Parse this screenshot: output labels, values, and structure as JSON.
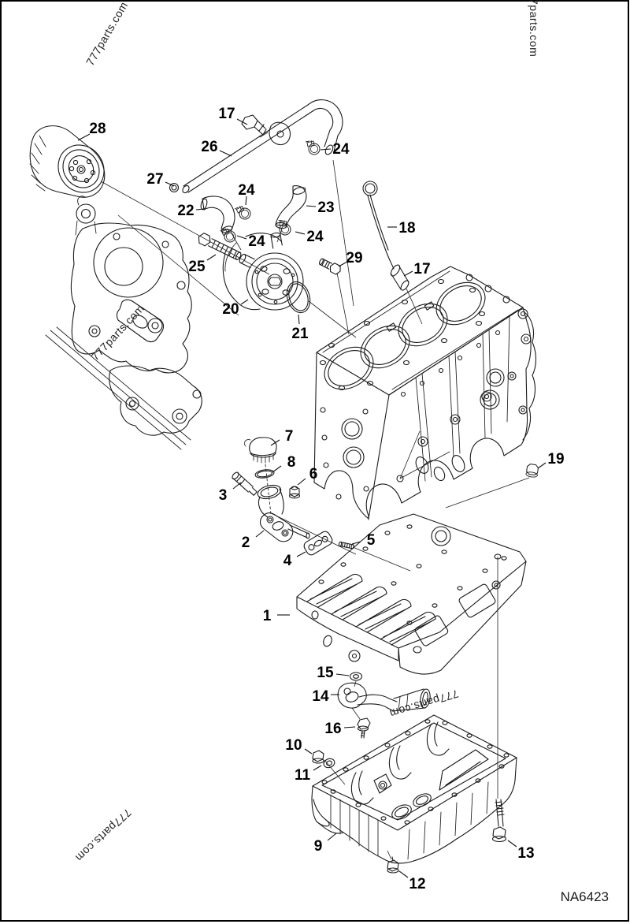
{
  "page": {
    "background": "#ffffff",
    "ink_color": "#1a1a1a",
    "border_color": "#000000",
    "drawing_number": "NA6423"
  },
  "watermarks": [
    {
      "id": "top-left",
      "text": "777parts.com"
    },
    {
      "id": "top-right",
      "text": "7parts.com"
    },
    {
      "id": "mid-left",
      "text": "777parts.com"
    },
    {
      "id": "center-bottom",
      "text": "777parts.com"
    },
    {
      "id": "bottom-left",
      "text": "777parts.com"
    }
  ],
  "callouts": [
    {
      "part": "28"
    },
    {
      "part": "17"
    },
    {
      "part": "26"
    },
    {
      "part": "24"
    },
    {
      "part": "27"
    },
    {
      "part": "22"
    },
    {
      "part": "24"
    },
    {
      "part": "23"
    },
    {
      "part": "24"
    },
    {
      "part": "24"
    },
    {
      "part": "25"
    },
    {
      "part": "29"
    },
    {
      "part": "18"
    },
    {
      "part": "17"
    },
    {
      "part": "20"
    },
    {
      "part": "21"
    },
    {
      "part": "7"
    },
    {
      "part": "8"
    },
    {
      "part": "3"
    },
    {
      "part": "6"
    },
    {
      "part": "2"
    },
    {
      "part": "5"
    },
    {
      "part": "4"
    },
    {
      "part": "19"
    },
    {
      "part": "1"
    },
    {
      "part": "15"
    },
    {
      "part": "14"
    },
    {
      "part": "16"
    },
    {
      "part": "10"
    },
    {
      "part": "11"
    },
    {
      "part": "9"
    },
    {
      "part": "12"
    },
    {
      "part": "13"
    }
  ]
}
